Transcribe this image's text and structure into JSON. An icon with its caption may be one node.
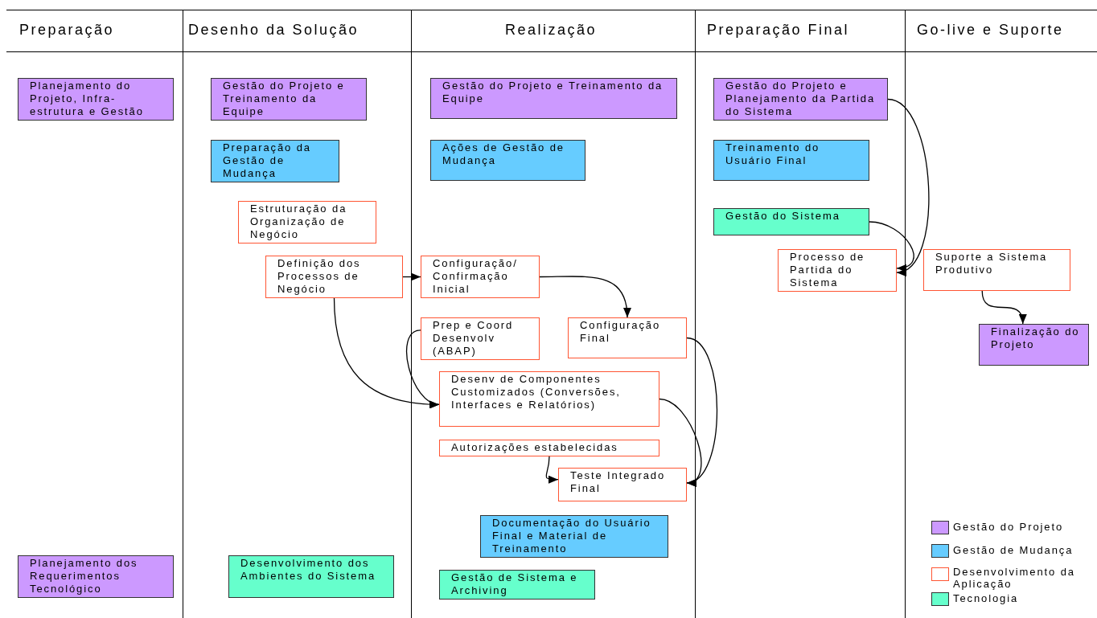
{
  "diagram": {
    "nodes": [
      {
        "text": [
          "Preparação"
        ]
      },
      {
        "text": [
          "Planejamento do Projeto, Infra-estrutura e Gestão"
        ],
        "in": 0
      },
      {
        "text": [
          "Planejamento dos Requerimentos Tecnológico"
        ],
        "in": 0
      },
      {
        "text": [
          "Desenho da Solução"
        ]
      },
      {
        "text": [
          "Gestão do Projeto e Treinamento da Equipe"
        ],
        "in": 3
      },
      {
        "text": [
          "Preparação da Gestão de Mudança"
        ],
        "in": 3
      },
      {
        "text": [
          "Estruturação da Organização de Negócio"
        ],
        "in": 3
      },
      {
        "text": [
          "Definição dos Processos de Negócio"
        ],
        "in": 3
      },
      {
        "text": [
          "Desenvolvimento dos Ambientes do Sistema"
        ],
        "in": 3
      },
      {
        "text": [
          "Realização"
        ]
      },
      {
        "text": [
          "Gestão do Projeto e Treinamento da Equipe"
        ],
        "in": 9
      },
      {
        "text": [
          "Ações de Gestão de Mudança"
        ],
        "in": 9
      },
      {
        "text": [
          "Configuração/ Confirmação Inicial"
        ],
        "in": 9
      },
      {
        "text": [
          "Prep e Coord Desenvolv (ABAP)"
        ],
        "in": 9
      },
      {
        "text": [
          "Configuração Final"
        ],
        "in": 9
      },
      {
        "text": [
          "Desenv de Componentes Customizados (Conversões, Interfaces e Relatórios)"
        ],
        "in": 9
      },
      {
        "text": [
          "Autorizações estabelecidas"
        ],
        "in": 9
      },
      {
        "text": [
          "Teste Integrado Final"
        ],
        "in": 9
      },
      {
        "text": [
          "Documentação do Usuário Final e Material de Treinamento"
        ],
        "in": 9
      },
      {
        "text": [
          "Gestão de Sistema e Archiving"
        ],
        "in": 9
      },
      {
        "text": [
          "Preparação Final"
        ]
      },
      {
        "text": [
          "Gestão do Projeto e Planejamento da Partida do Sistema"
        ],
        "in": 20
      },
      {
        "text": [
          "Treinamento do Usuário Final"
        ],
        "in": 20
      },
      {
        "text": [
          "Gestão do Sistema"
        ],
        "in": 20
      },
      {
        "text": [
          "Processo de Partida do Sistema"
        ],
        "in": 20
      },
      {
        "text": [
          "Go-live e Suporte"
        ]
      },
      {
        "text": [
          "Suporte a Sistema Produtivo"
        ],
        "in": 25
      },
      {
        "text": [
          "Finalização do Projeto"
        ],
        "in": 25
      }
    ],
    "edges": [
      {
        "from": 7,
        "to": 12,
        "arrow": "to"
      },
      {
        "from": 7,
        "to": 15,
        "arrow": "to"
      },
      {
        "from": 13,
        "to": 15,
        "arrow": "to"
      },
      {
        "from": 12,
        "to": 14,
        "arrow": "to"
      },
      {
        "from": 14,
        "to": 17,
        "arrow": "to"
      },
      {
        "from": 15,
        "to": 17,
        "arrow": "to"
      },
      {
        "from": 16,
        "to": 17,
        "arrow": "to"
      },
      {
        "from": 21,
        "to": 24,
        "arrow": "to"
      },
      {
        "from": 23,
        "to": 24,
        "arrow": "to"
      },
      {
        "from": 26,
        "to": 27,
        "arrow": "to"
      }
    ],
    "legend": [
      {
        "text": "Gestão do Projeto",
        "color": "#cc99ff"
      },
      {
        "text": "Gestão de Mudança",
        "color": "#66ccff"
      },
      {
        "text": "Desenvolvimento da Aplicação"
      },
      {
        "text": "Tecnologia",
        "color": "#66ffcc"
      }
    ]
  }
}
